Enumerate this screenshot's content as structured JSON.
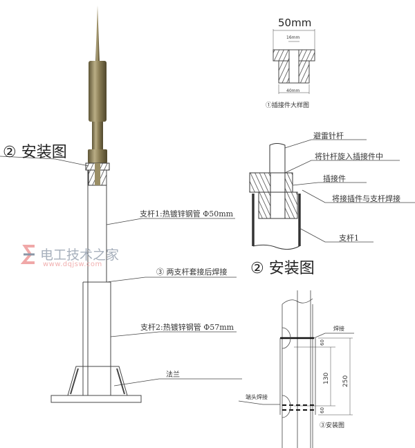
{
  "diagram": {
    "type": "lightning-rod installation drawing",
    "main_view": {
      "title": "② 安装图",
      "labels": {
        "pole1": "支杆1:热镀锌钢管 Φ50mm",
        "weld_joint": "③ 两支杆套接后焊接",
        "pole2": "支杆2:热镀锌钢管 Φ57mm",
        "flange": "法兰"
      }
    },
    "detail_1": {
      "caption": "①插接件大样图",
      "dim_top": "50mm",
      "dim_inner": "16mm",
      "dim_bottom": "40mm"
    },
    "detail_2": {
      "title": "② 安装图",
      "labels": {
        "rod": "避雷针杆",
        "screw_in": "将针杆旋入插接件中",
        "connector": "插接件",
        "weld": "将接插件与支杆焊接",
        "pole1": "支杆1"
      }
    },
    "detail_3": {
      "caption": "③安装图",
      "labels": {
        "weld_top": "焊接",
        "weld_end": "端头焊接"
      },
      "dims": {
        "top_gap": "60",
        "inner": "130",
        "total": "250",
        "bottom_gap": "60"
      }
    }
  },
  "watermark": {
    "text": "电工技术之家",
    "url": "www.dqjsw.com"
  },
  "colors": {
    "rod_bronze": "#7a6e4a",
    "rod_highlight": "#b9ad85",
    "line": "#333333",
    "watermark_blue": "#8a96a6",
    "watermark_red": "#f0a8a8"
  }
}
